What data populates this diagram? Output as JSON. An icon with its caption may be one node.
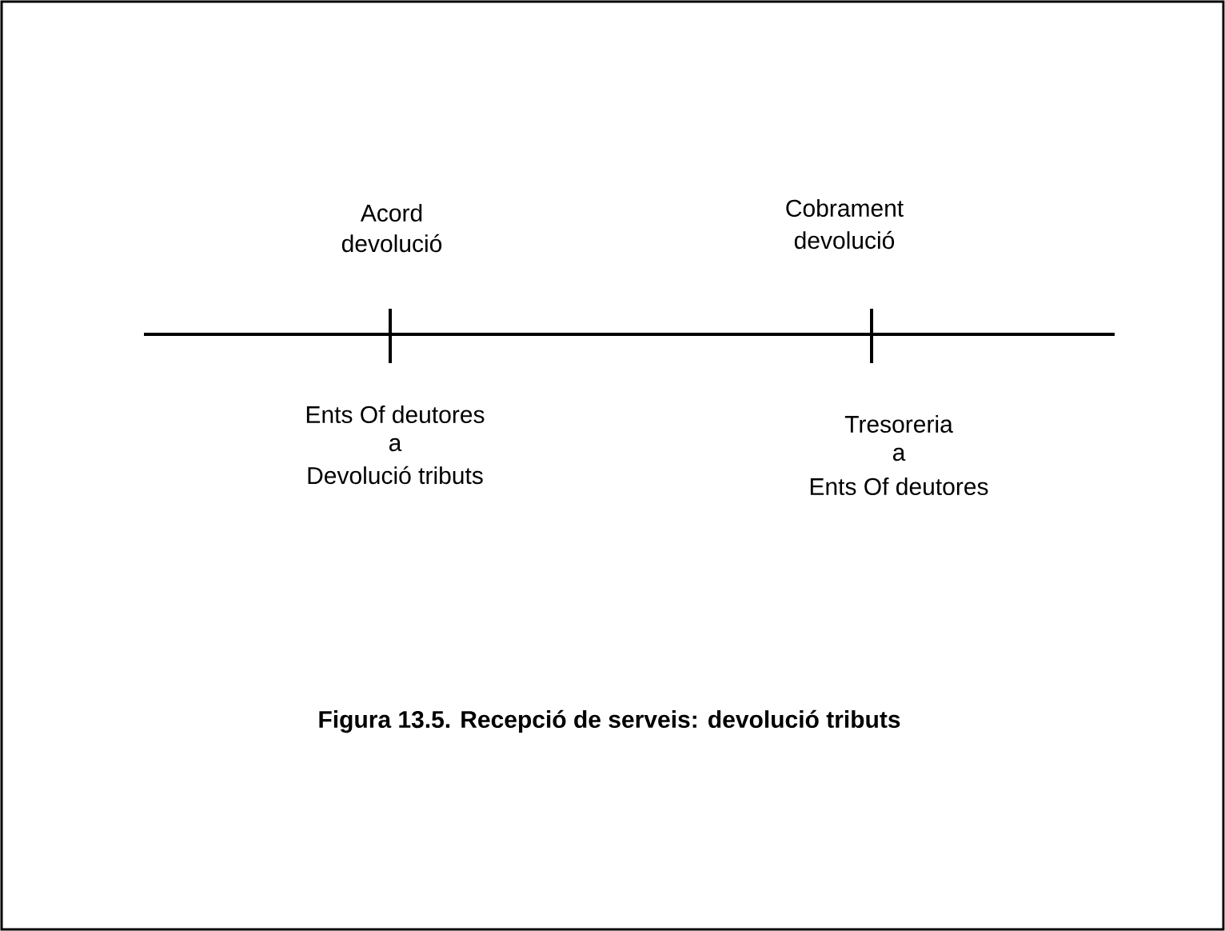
{
  "diagram": {
    "caption": "Figura 13.5. Recepció de serveis: devolució tributs",
    "labels": [
      "Acord",
      "devolució",
      "Cobrament",
      "devolució",
      "Ents Of deutores",
      "a",
      "Devolució tributs",
      "Tresoreria",
      "a",
      "Ents Of deutores"
    ]
  }
}
